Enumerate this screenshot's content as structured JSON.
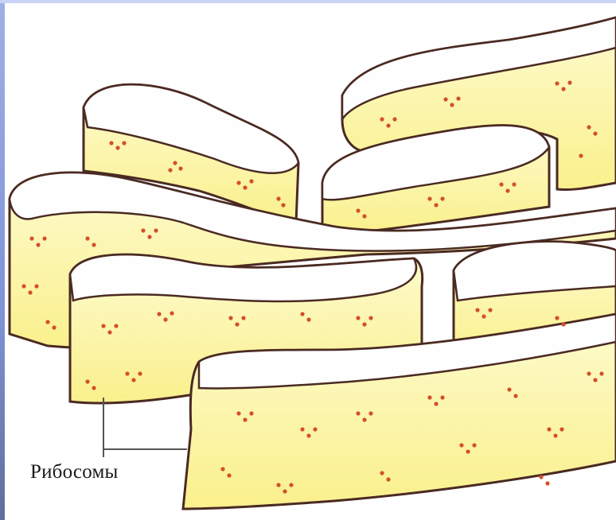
{
  "diagram": {
    "labels": [
      {
        "id": "ribosomes",
        "text": "Рибосомы"
      }
    ],
    "colors": {
      "membrane_fill": "#fbf39a",
      "membrane_fill_light": "#fdfbcf",
      "interior": "#fefefe",
      "outline": "#4a2a22",
      "ribosome": "#d2502a"
    },
    "structures": [
      "rough-er-cistern",
      "rough-er-cistern",
      "rough-er-cistern",
      "rough-er-cistern",
      "rough-er-cistern",
      "rough-er-cistern"
    ]
  }
}
